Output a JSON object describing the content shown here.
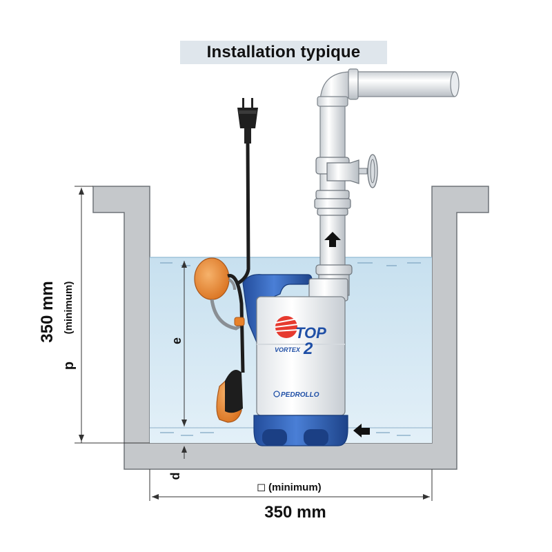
{
  "title": "Installation typique",
  "dimensions": {
    "height_value": "350 mm",
    "height_symbol": "p",
    "height_qualifier": "(minimum)",
    "width_symbol": "◻",
    "width_qualifier": "(minimum)",
    "width_value": "350 mm",
    "submersion_label": "e",
    "bottom_gap_label": "d"
  },
  "pump": {
    "model_top": "TOP",
    "model_number": "2",
    "model_line": "VORTEX",
    "brand": "PEDROLLO"
  },
  "icons": [
    "power-plug-icon",
    "flow-up-arrow-icon",
    "inlet-arrow-icon",
    "valve-handwheel-icon"
  ],
  "colors": {
    "wall": "#c5c8cb",
    "water": "#d6e9f4",
    "pump_blue": "#2f5fb8",
    "float_orange": "#e8822a",
    "pipe": "#eef0f2"
  }
}
